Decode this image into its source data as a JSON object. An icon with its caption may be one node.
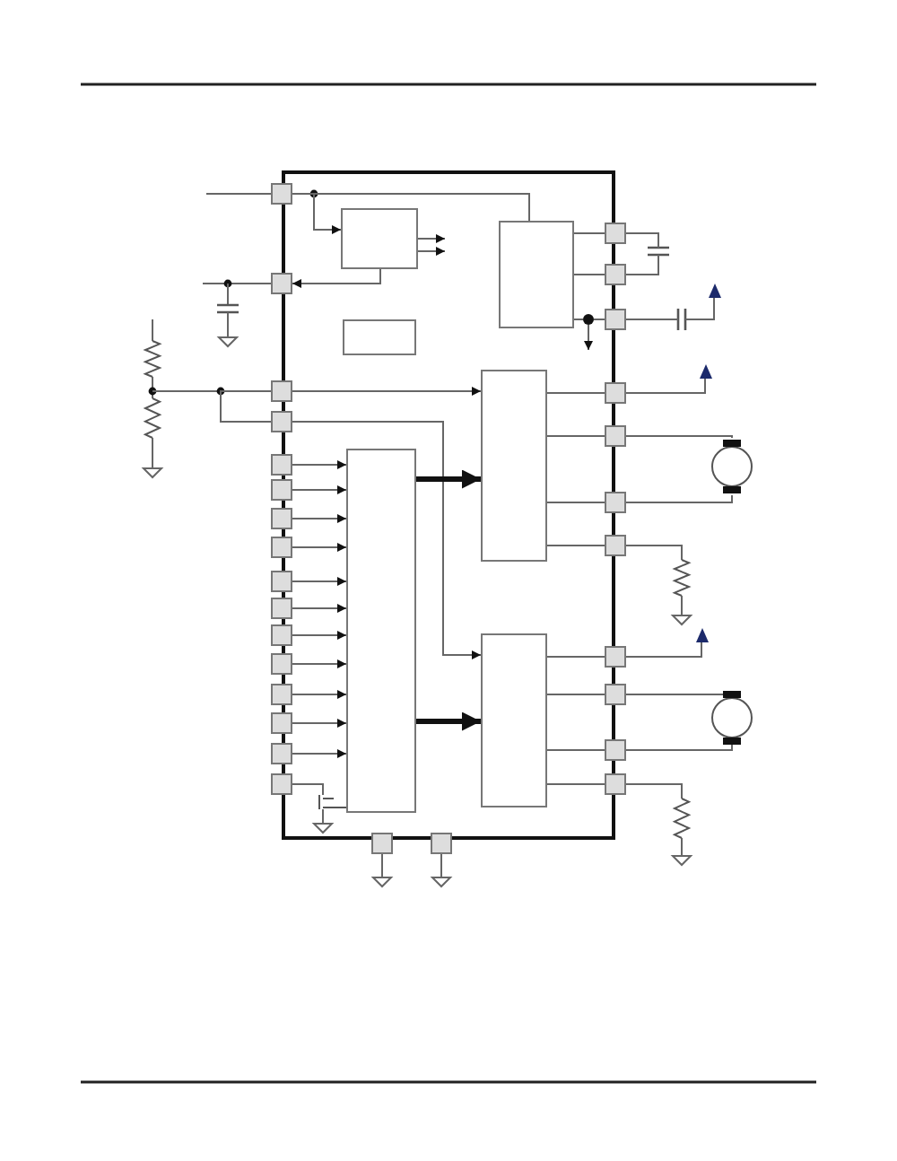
{
  "diagram": {
    "nodes": [
      {
        "text": [],
        "shape": "box"
      },
      {
        "text": [],
        "shape": "box",
        "in": 0
      },
      {
        "text": [],
        "shape": "box",
        "in": 0
      },
      {
        "text": [],
        "shape": "box",
        "in": 0
      },
      {
        "text": [],
        "shape": "box",
        "in": 0
      },
      {
        "text": [],
        "shape": "box",
        "in": 0
      },
      {
        "text": [],
        "shape": "box",
        "in": 0
      },
      {
        "text": [],
        "shape": "circle"
      },
      {
        "text": [],
        "shape": "circle"
      },
      {
        "text": [],
        "shape": "box"
      },
      {
        "text": [],
        "shape": "box"
      },
      {
        "text": [],
        "shape": "box"
      },
      {
        "text": [],
        "shape": "box"
      },
      {
        "text": [],
        "shape": "box"
      },
      {
        "text": [],
        "shape": "box"
      },
      {
        "text": [],
        "shape": "box"
      },
      {
        "text": [],
        "shape": "box"
      },
      {
        "text": [],
        "shape": "box"
      },
      {
        "text": [],
        "shape": "box"
      },
      {
        "text": [],
        "shape": "box"
      },
      {
        "text": [],
        "shape": "box"
      },
      {
        "text": [],
        "shape": "box"
      },
      {
        "text": [],
        "shape": "box"
      },
      {
        "text": [],
        "shape": "box"
      },
      {
        "text": [],
        "shape": "box"
      },
      {
        "text": [],
        "shape": "box"
      },
      {
        "text": [],
        "shape": "box"
      },
      {
        "text": [],
        "shape": "box"
      },
      {
        "text": [],
        "shape": "box"
      },
      {
        "text": [],
        "shape": "box"
      },
      {
        "text": [],
        "shape": "box"
      },
      {
        "text": [],
        "shape": "box"
      },
      {
        "text": [],
        "shape": "box"
      },
      {
        "text": [],
        "shape": "box"
      },
      {
        "text": [],
        "shape": "box"
      },
      {
        "text": [],
        "shape": "box"
      },
      {
        "text": [],
        "shape": "box"
      },
      {
        "text": [],
        "shape": "box"
      },
      {
        "text": [],
        "shape": "triangle"
      },
      {
        "text": [],
        "shape": "triangle"
      },
      {
        "text": [],
        "shape": "triangle"
      },
      {
        "text": [],
        "shape": "dot",
        "in": 0
      }
    ],
    "edges": [
      {
        "from": 9,
        "to": 1,
        "arrow": "to"
      },
      {
        "from": 9,
        "to": 2,
        "arrow": "none"
      },
      {
        "from": 1,
        "to": 10,
        "arrow": "to"
      },
      {
        "from": 1,
        "to": null,
        "arrow": "to"
      },
      {
        "from": 1,
        "to": null,
        "arrow": "to"
      },
      {
        "from": 2,
        "to": 25,
        "arrow": "none"
      },
      {
        "from": 2,
        "to": 26,
        "arrow": "none"
      },
      {
        "from": 2,
        "to": 41,
        "arrow": "none"
      },
      {
        "from": 41,
        "to": null,
        "arrow": "to"
      },
      {
        "from": 11,
        "to": 12,
        "arrow": "none"
      },
      {
        "from": 11,
        "to": 5,
        "arrow": "to"
      },
      {
        "from": 12,
        "to": 6,
        "arrow": "to"
      },
      {
        "from": 13,
        "to": 4,
        "arrow": "to"
      },
      {
        "from": 14,
        "to": 4,
        "arrow": "to"
      },
      {
        "from": 15,
        "to": 4,
        "arrow": "to"
      },
      {
        "from": 16,
        "to": 4,
        "arrow": "to"
      },
      {
        "from": 17,
        "to": 4,
        "arrow": "to"
      },
      {
        "from": 18,
        "to": 4,
        "arrow": "to"
      },
      {
        "from": 19,
        "to": 4,
        "arrow": "to"
      },
      {
        "from": 20,
        "to": 4,
        "arrow": "to"
      },
      {
        "from": 21,
        "to": 4,
        "arrow": "to"
      },
      {
        "from": 22,
        "to": 4,
        "arrow": "to"
      },
      {
        "from": 23,
        "to": 4,
        "arrow": "to"
      },
      {
        "from": 4,
        "to": 5,
        "arrow": "to",
        "style": "thick"
      },
      {
        "from": 4,
        "to": 6,
        "arrow": "to",
        "style": "thick"
      },
      {
        "from": 5,
        "to": 28,
        "arrow": "none"
      },
      {
        "from": 5,
        "to": 29,
        "arrow": "none"
      },
      {
        "from": 5,
        "to": 30,
        "arrow": "none"
      },
      {
        "from": 5,
        "to": 31,
        "arrow": "none"
      },
      {
        "from": 29,
        "to": 7,
        "arrow": "none"
      },
      {
        "from": 30,
        "to": 7,
        "arrow": "none"
      },
      {
        "from": 6,
        "to": 32,
        "arrow": "none"
      },
      {
        "from": 6,
        "to": 33,
        "arrow": "none"
      },
      {
        "from": 6,
        "to": 34,
        "arrow": "none"
      },
      {
        "from": 6,
        "to": 35,
        "arrow": "none"
      },
      {
        "from": 33,
        "to": 8,
        "arrow": "none"
      },
      {
        "from": 34,
        "to": 8,
        "arrow": "none"
      },
      {
        "from": 25,
        "to": 26,
        "arrow": "none"
      },
      {
        "from": 27,
        "to": 38,
        "arrow": "none"
      },
      {
        "from": 28,
        "to": 39,
        "arrow": "none"
      },
      {
        "from": 32,
        "to": 40,
        "arrow": "none"
      },
      {
        "from": 41,
        "to": 27,
        "arrow": "none"
      }
    ]
  }
}
